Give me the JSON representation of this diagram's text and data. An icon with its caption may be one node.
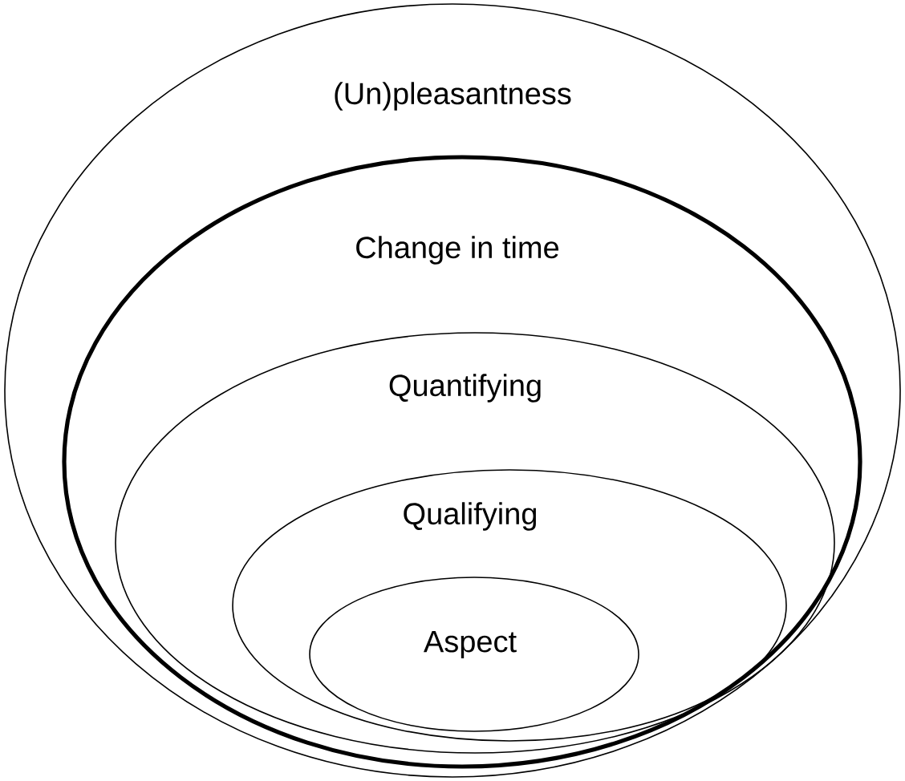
{
  "diagram": {
    "nodes": [
      {
        "text": [
          "(Un)pleasantness"
        ]
      },
      {
        "text": [
          "Change in time"
        ],
        "in": 0
      },
      {
        "text": [
          "Quantifying"
        ],
        "in": 1
      },
      {
        "text": [
          "Qualifying"
        ],
        "in": 2
      },
      {
        "text": [
          "Aspect"
        ],
        "in": 3
      }
    ]
  }
}
